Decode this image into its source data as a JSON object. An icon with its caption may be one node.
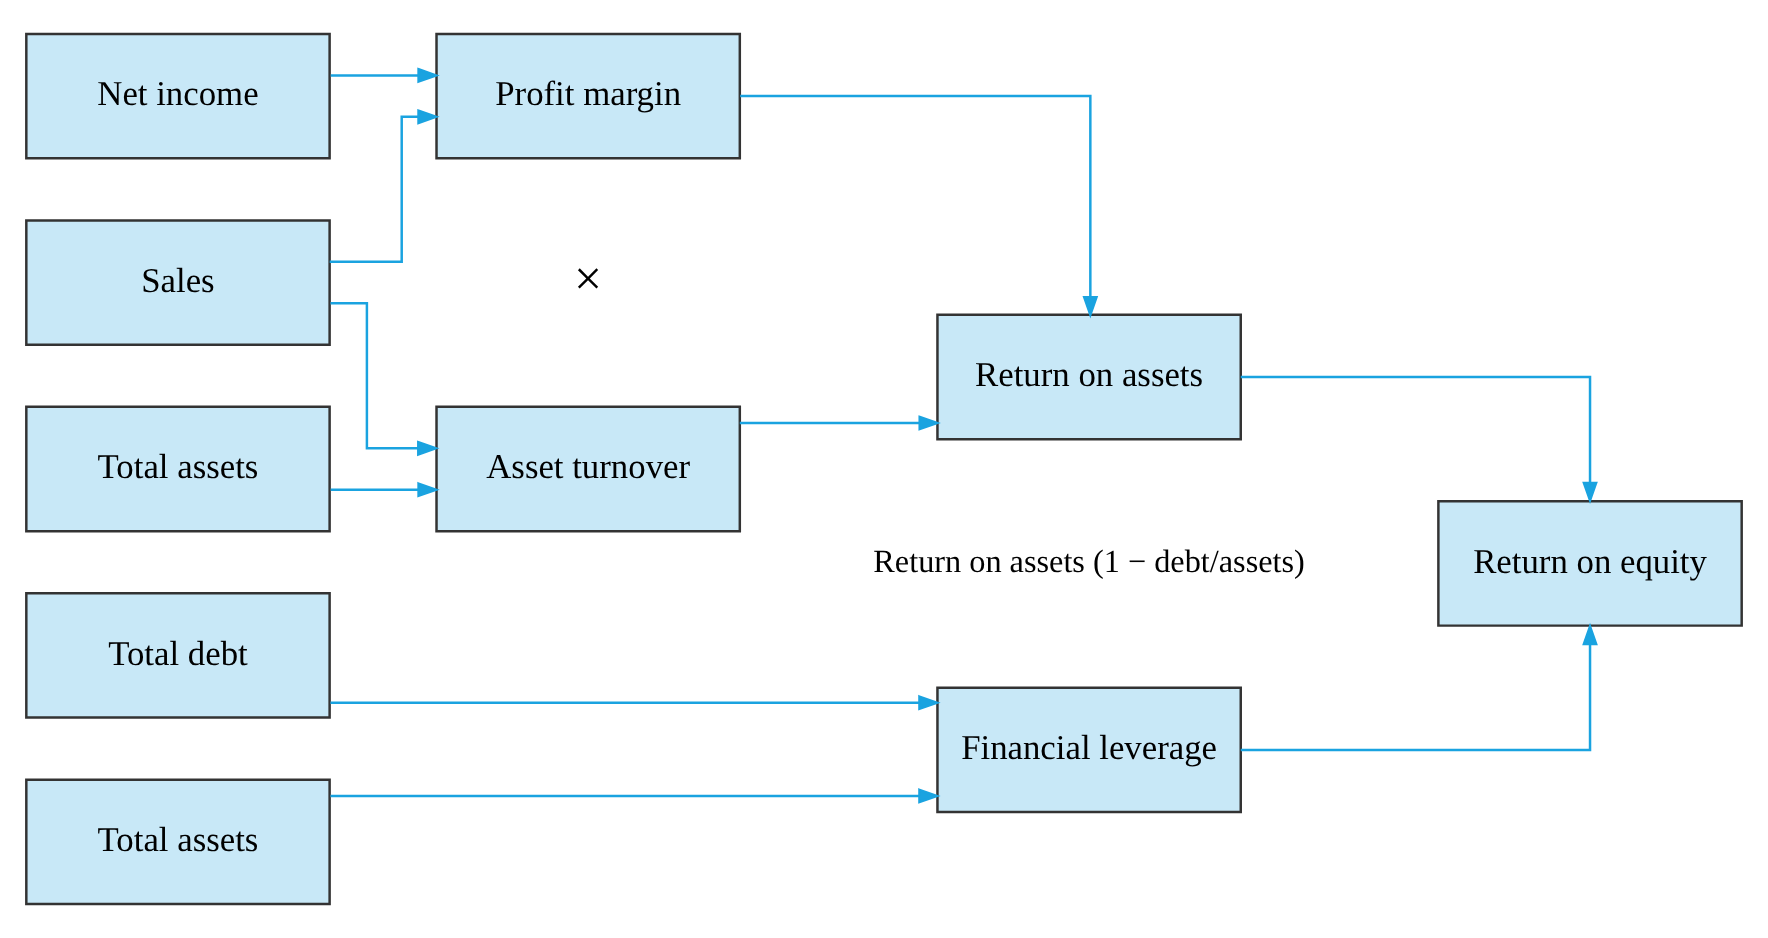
{
  "diagram": {
    "nodes": [
      {
        "text": [
          "Net income"
        ]
      },
      {
        "text": [
          "Sales"
        ]
      },
      {
        "text": [
          "Total assets"
        ]
      },
      {
        "text": [
          "Profit margin"
        ]
      },
      {
        "text": [
          "Asset turnover"
        ]
      },
      {
        "text": [
          "Return on assets"
        ]
      },
      {
        "text": [
          "Total debt"
        ]
      },
      {
        "text": [
          "Total assets"
        ]
      },
      {
        "text": [
          "Financial leverage"
        ]
      },
      {
        "text": [
          "Return on equity"
        ]
      }
    ],
    "edges": [
      {
        "from": 0,
        "to": 3,
        "arrow": "to"
      },
      {
        "from": 1,
        "to": 3,
        "arrow": "to"
      },
      {
        "from": 1,
        "to": 4,
        "arrow": "to"
      },
      {
        "from": 2,
        "to": 4,
        "arrow": "to"
      },
      {
        "from": 3,
        "to": 5,
        "arrow": "to"
      },
      {
        "from": 4,
        "to": 5,
        "arrow": "to"
      },
      {
        "from": 6,
        "to": 8,
        "arrow": "to"
      },
      {
        "from": 7,
        "to": 8,
        "arrow": "to"
      },
      {
        "from": 5,
        "to": 9,
        "arrow": "to"
      },
      {
        "from": 8,
        "to": 9,
        "arrow": "to"
      }
    ],
    "labels": [
      "×",
      "Return on assets (1 − debt/assets)"
    ]
  }
}
